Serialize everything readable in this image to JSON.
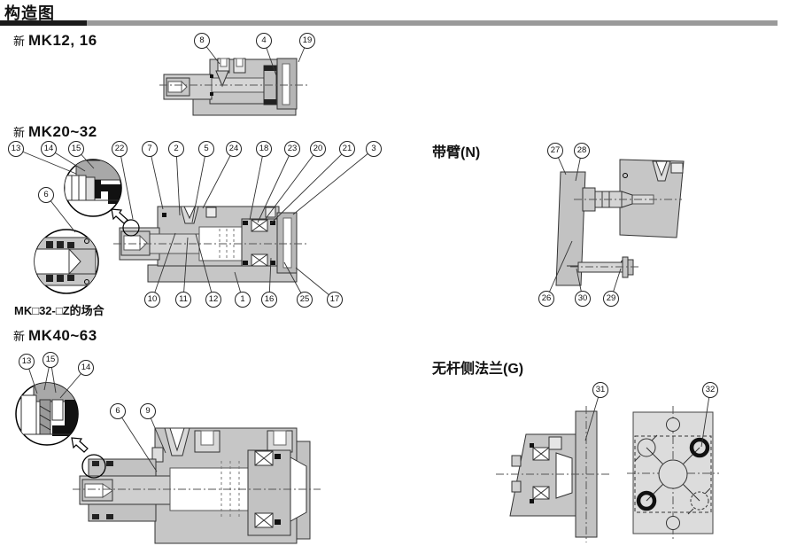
{
  "header": {
    "title": "构造图"
  },
  "sections": {
    "mk12_16": {
      "prefix": "新",
      "title": "MK12, 16",
      "callouts": [
        "8",
        "4",
        "19"
      ]
    },
    "mk20_32": {
      "prefix": "新",
      "title": "MK20~32",
      "callouts_top": [
        "13",
        "14",
        "15",
        "22",
        "7",
        "2",
        "5",
        "24",
        "18",
        "23",
        "20",
        "21",
        "3"
      ],
      "callouts_bottom": [
        "10",
        "11",
        "12",
        "1",
        "16",
        "25",
        "17"
      ],
      "callout_detail": "6",
      "note": "MK□32-□Z的场合"
    },
    "arm": {
      "title": "带臂(N)",
      "callouts_top": [
        "27",
        "28"
      ],
      "callouts_bottom": [
        "26",
        "30",
        "29"
      ]
    },
    "mk40_63": {
      "prefix": "新",
      "title": "MK40~63",
      "callouts_detail": [
        "13",
        "15",
        "14"
      ],
      "callouts_main": [
        "6",
        "9"
      ]
    },
    "flange": {
      "title": "无杆侧法兰(G)",
      "callouts": [
        "31",
        "32"
      ]
    }
  }
}
